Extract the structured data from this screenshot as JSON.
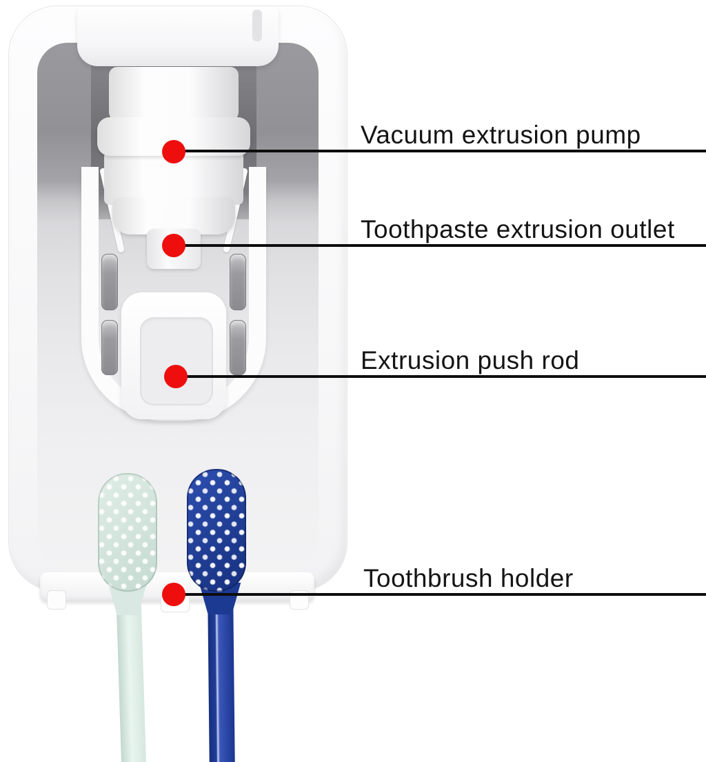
{
  "annotations": [
    {
      "label": "Vacuum extrusion pump"
    },
    {
      "label": "Toothpaste extrusion outlet"
    },
    {
      "label": "Extrusion push rod"
    },
    {
      "label": "Toothbrush holder"
    }
  ],
  "colors": {
    "background": "#ffffff",
    "callout_dot": "#ee0e0e",
    "leader_line": "#0d0d0d",
    "label_text": "#141414",
    "shell_white": "#fbfbfc",
    "interior_gray": "#8e8e92",
    "mint_toothbrush": "#d9e8e2",
    "navy_toothbrush": "#1e3c96",
    "bristles": "#ffffff"
  }
}
